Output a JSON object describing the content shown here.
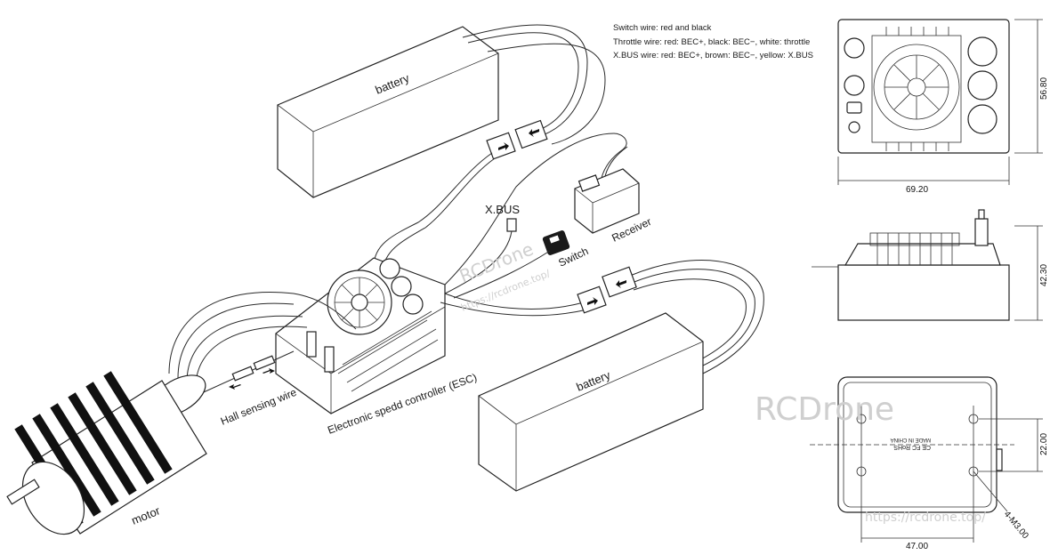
{
  "notes": [
    "Switch wire: red and black",
    "Throttle wire: red: BEC+, black: BEC−, white: throttle",
    "X.BUS wire: red: BEC+, brown: BEC−, yellow: X.BUS"
  ],
  "labels": {
    "battery_top": "battery",
    "battery_bottom": "battery",
    "xbus": "X.BUS",
    "receiver": "Receiver",
    "switch": "Switch",
    "hall": "Hall sensing wire",
    "esc": "Electronic spedd controller (ESC)",
    "motor": "motor"
  },
  "dimensions": {
    "width_top": "69.20",
    "height_top": "56.80",
    "height_side": "42.30",
    "hole_vertical": "22.00",
    "hole_horizontal": "47.00",
    "screw": "4-M3.00"
  },
  "bottom_plate_marks": {
    "made_in": "MADE IN CHINA",
    "cert": "CE FC RoHS"
  },
  "watermarks": {
    "brand": "RCDrone",
    "url": "https://rcdrone.top/",
    "center_brand": "RCDrone",
    "center_url": "https://rcdrone.top/"
  }
}
